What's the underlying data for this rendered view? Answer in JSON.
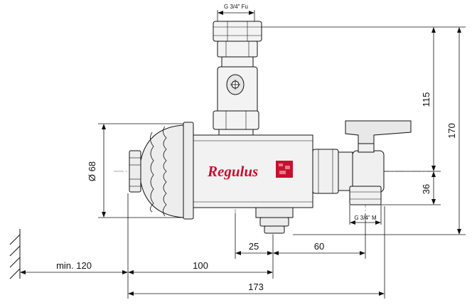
{
  "labels": {
    "top_thread": "G 3/4\" Fu",
    "side_thread": "G 3/4\" M",
    "brand": "Regulus",
    "diameter": "Ø 68",
    "dim_115": "115",
    "dim_170": "170",
    "dim_36": "36",
    "dim_25": "25",
    "dim_60": "60",
    "dim_min120": "min. 120",
    "dim_100": "100",
    "dim_173": "173"
  },
  "colors": {
    "line": "#111111",
    "brand": "#c8102e"
  }
}
